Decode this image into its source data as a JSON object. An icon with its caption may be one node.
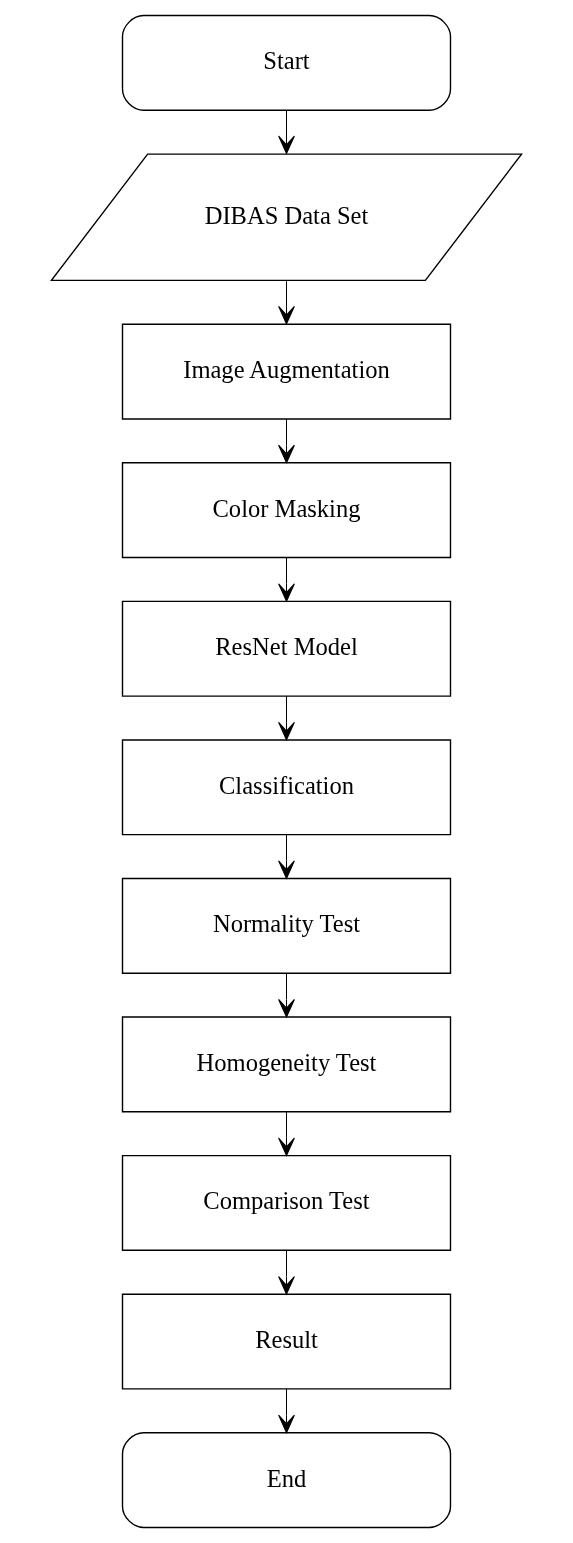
{
  "diagram": {
    "nodes": [
      {
        "text": [
          "Start"
        ]
      },
      {
        "text": [
          "DIBAS Data Set"
        ]
      },
      {
        "text": [
          "Image Augmentation"
        ]
      },
      {
        "text": [
          "Color Masking"
        ]
      },
      {
        "text": [
          "ResNet Model"
        ]
      },
      {
        "text": [
          "Classification"
        ]
      },
      {
        "text": [
          "Normality Test"
        ]
      },
      {
        "text": [
          "Homogeneity Test"
        ]
      },
      {
        "text": [
          "Comparison Test"
        ]
      },
      {
        "text": [
          "Result"
        ]
      },
      {
        "text": [
          "End"
        ]
      }
    ],
    "edges": [
      {
        "from": 0,
        "to": 1,
        "arrow": "to"
      },
      {
        "from": 1,
        "to": 2,
        "arrow": "to"
      },
      {
        "from": 2,
        "to": 3,
        "arrow": "to"
      },
      {
        "from": 3,
        "to": 4,
        "arrow": "to"
      },
      {
        "from": 4,
        "to": 5,
        "arrow": "to"
      },
      {
        "from": 5,
        "to": 6,
        "arrow": "to"
      },
      {
        "from": 6,
        "to": 7,
        "arrow": "to"
      },
      {
        "from": 7,
        "to": 8,
        "arrow": "to"
      },
      {
        "from": 8,
        "to": 9,
        "arrow": "to"
      },
      {
        "from": 9,
        "to": 10,
        "arrow": "to"
      }
    ]
  }
}
